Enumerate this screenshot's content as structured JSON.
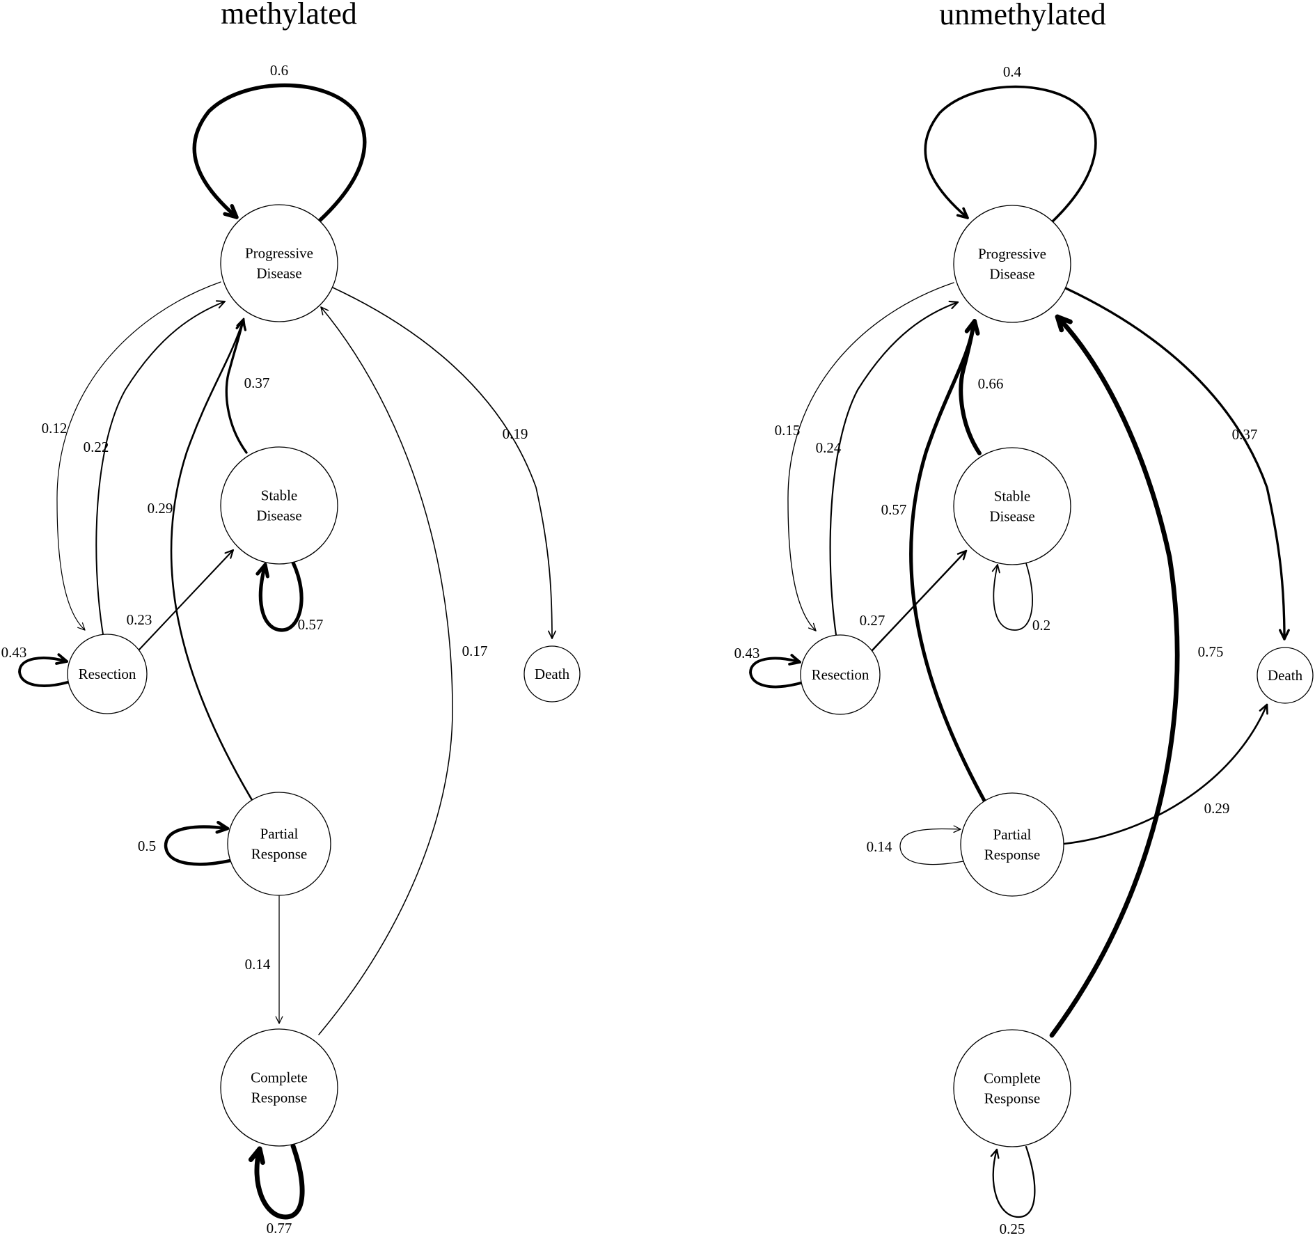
{
  "panels": [
    {
      "title": "methylated",
      "nodes": {
        "pd": {
          "lines": [
            "Progressive",
            "Disease"
          ]
        },
        "sd": {
          "lines": [
            "Stable",
            "Disease"
          ]
        },
        "res": {
          "lines": [
            "Resection"
          ]
        },
        "death": {
          "lines": [
            "Death"
          ]
        },
        "pr": {
          "lines": [
            "Partial",
            "Response"
          ]
        },
        "cr": {
          "lines": [
            "Complete",
            "Response"
          ]
        }
      },
      "edges": [
        {
          "from": "pd",
          "to": "pd",
          "label": "0.6",
          "weight": 0.6
        },
        {
          "from": "pd",
          "to": "res",
          "label": "0.12",
          "weight": 0.12
        },
        {
          "from": "res",
          "to": "pd",
          "label": "0.22",
          "weight": 0.22
        },
        {
          "from": "pr",
          "to": "pd",
          "label": "0.29",
          "weight": 0.29
        },
        {
          "from": "sd",
          "to": "pd",
          "label": "0.37",
          "weight": 0.37
        },
        {
          "from": "pd",
          "to": "death",
          "label": "0.19",
          "weight": 0.19
        },
        {
          "from": "cr",
          "to": "pd",
          "label": "0.17",
          "weight": 0.17
        },
        {
          "from": "res",
          "to": "sd",
          "label": "0.23",
          "weight": 0.23
        },
        {
          "from": "sd",
          "to": "sd",
          "label": "0.57",
          "weight": 0.57
        },
        {
          "from": "res",
          "to": "res",
          "label": "0.43",
          "weight": 0.43
        },
        {
          "from": "pr",
          "to": "pr",
          "label": "0.5",
          "weight": 0.5
        },
        {
          "from": "pr",
          "to": "cr",
          "label": "0.14",
          "weight": 0.14
        },
        {
          "from": "cr",
          "to": "cr",
          "label": "0.77",
          "weight": 0.77
        }
      ]
    },
    {
      "title": "unmethylated",
      "nodes": {
        "pd": {
          "lines": [
            "Progressive",
            "Disease"
          ]
        },
        "sd": {
          "lines": [
            "Stable",
            "Disease"
          ]
        },
        "res": {
          "lines": [
            "Resection"
          ]
        },
        "death": {
          "lines": [
            "Death"
          ]
        },
        "pr": {
          "lines": [
            "Partial",
            "Response"
          ]
        },
        "cr": {
          "lines": [
            "Complete",
            "Response"
          ]
        }
      },
      "edges": [
        {
          "from": "pd",
          "to": "pd",
          "label": "0.4",
          "weight": 0.4
        },
        {
          "from": "pd",
          "to": "res",
          "label": "0.15",
          "weight": 0.15
        },
        {
          "from": "res",
          "to": "pd",
          "label": "0.24",
          "weight": 0.24
        },
        {
          "from": "sd",
          "to": "pd",
          "label": "0.66",
          "weight": 0.66
        },
        {
          "from": "pr",
          "to": "pd",
          "label": "0.57",
          "weight": 0.57
        },
        {
          "from": "pd",
          "to": "death",
          "label": "0.37",
          "weight": 0.37
        },
        {
          "from": "cr",
          "to": "pd",
          "label": "0.75",
          "weight": 0.75
        },
        {
          "from": "res",
          "to": "sd",
          "label": "0.27",
          "weight": 0.27
        },
        {
          "from": "sd",
          "to": "sd",
          "label": "0.2",
          "weight": 0.2
        },
        {
          "from": "res",
          "to": "res",
          "label": "0.43",
          "weight": 0.43
        },
        {
          "from": "pr",
          "to": "pr",
          "label": "0.14",
          "weight": 0.14
        },
        {
          "from": "pr",
          "to": "death",
          "label": "0.29",
          "weight": 0.29
        },
        {
          "from": "cr",
          "to": "cr",
          "label": "0.25",
          "weight": 0.25
        }
      ]
    }
  ]
}
